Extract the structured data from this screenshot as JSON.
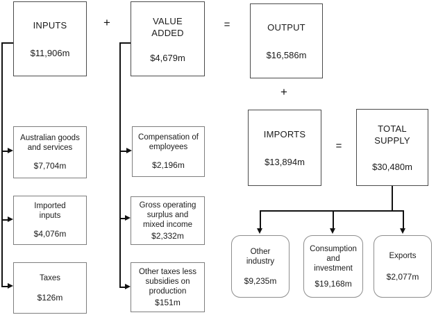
{
  "diagram": {
    "operators": {
      "plus": "+",
      "equals": "="
    },
    "main": {
      "inputs": {
        "label": "INPUTS",
        "value": "$11,906m"
      },
      "value_added": {
        "label": "VALUE ADDED",
        "value": "$4,679m"
      },
      "output": {
        "label": "OUTPUT",
        "value": "$16,586m"
      },
      "imports": {
        "label": "IMPORTS",
        "value": "$13,894m"
      },
      "total_supply": {
        "label": "TOTAL SUPPLY",
        "value": "$30,480m"
      }
    },
    "input_components": [
      {
        "label": "Australian goods and services",
        "value": "$7,704m"
      },
      {
        "label": "Imported inputs",
        "value": "$4,076m"
      },
      {
        "label": "Taxes",
        "value": "$126m"
      }
    ],
    "value_added_components": [
      {
        "label": "Compensation of employees",
        "value": "$2,196m"
      },
      {
        "label": "Gross operating surplus and mixed income",
        "value": "$2,332m"
      },
      {
        "label": "Other taxes less subsidies on production",
        "value": "$151m"
      }
    ],
    "supply_destinations": [
      {
        "label": "Other industry",
        "value": "$9,235m"
      },
      {
        "label": "Consumption and investment",
        "value": "$19,168m"
      },
      {
        "label": "Exports",
        "value": "$2,077m"
      }
    ],
    "colors": {
      "line": "#111111",
      "box_border": "#4a4a4a",
      "sub_border": "#7d7d7d"
    }
  }
}
